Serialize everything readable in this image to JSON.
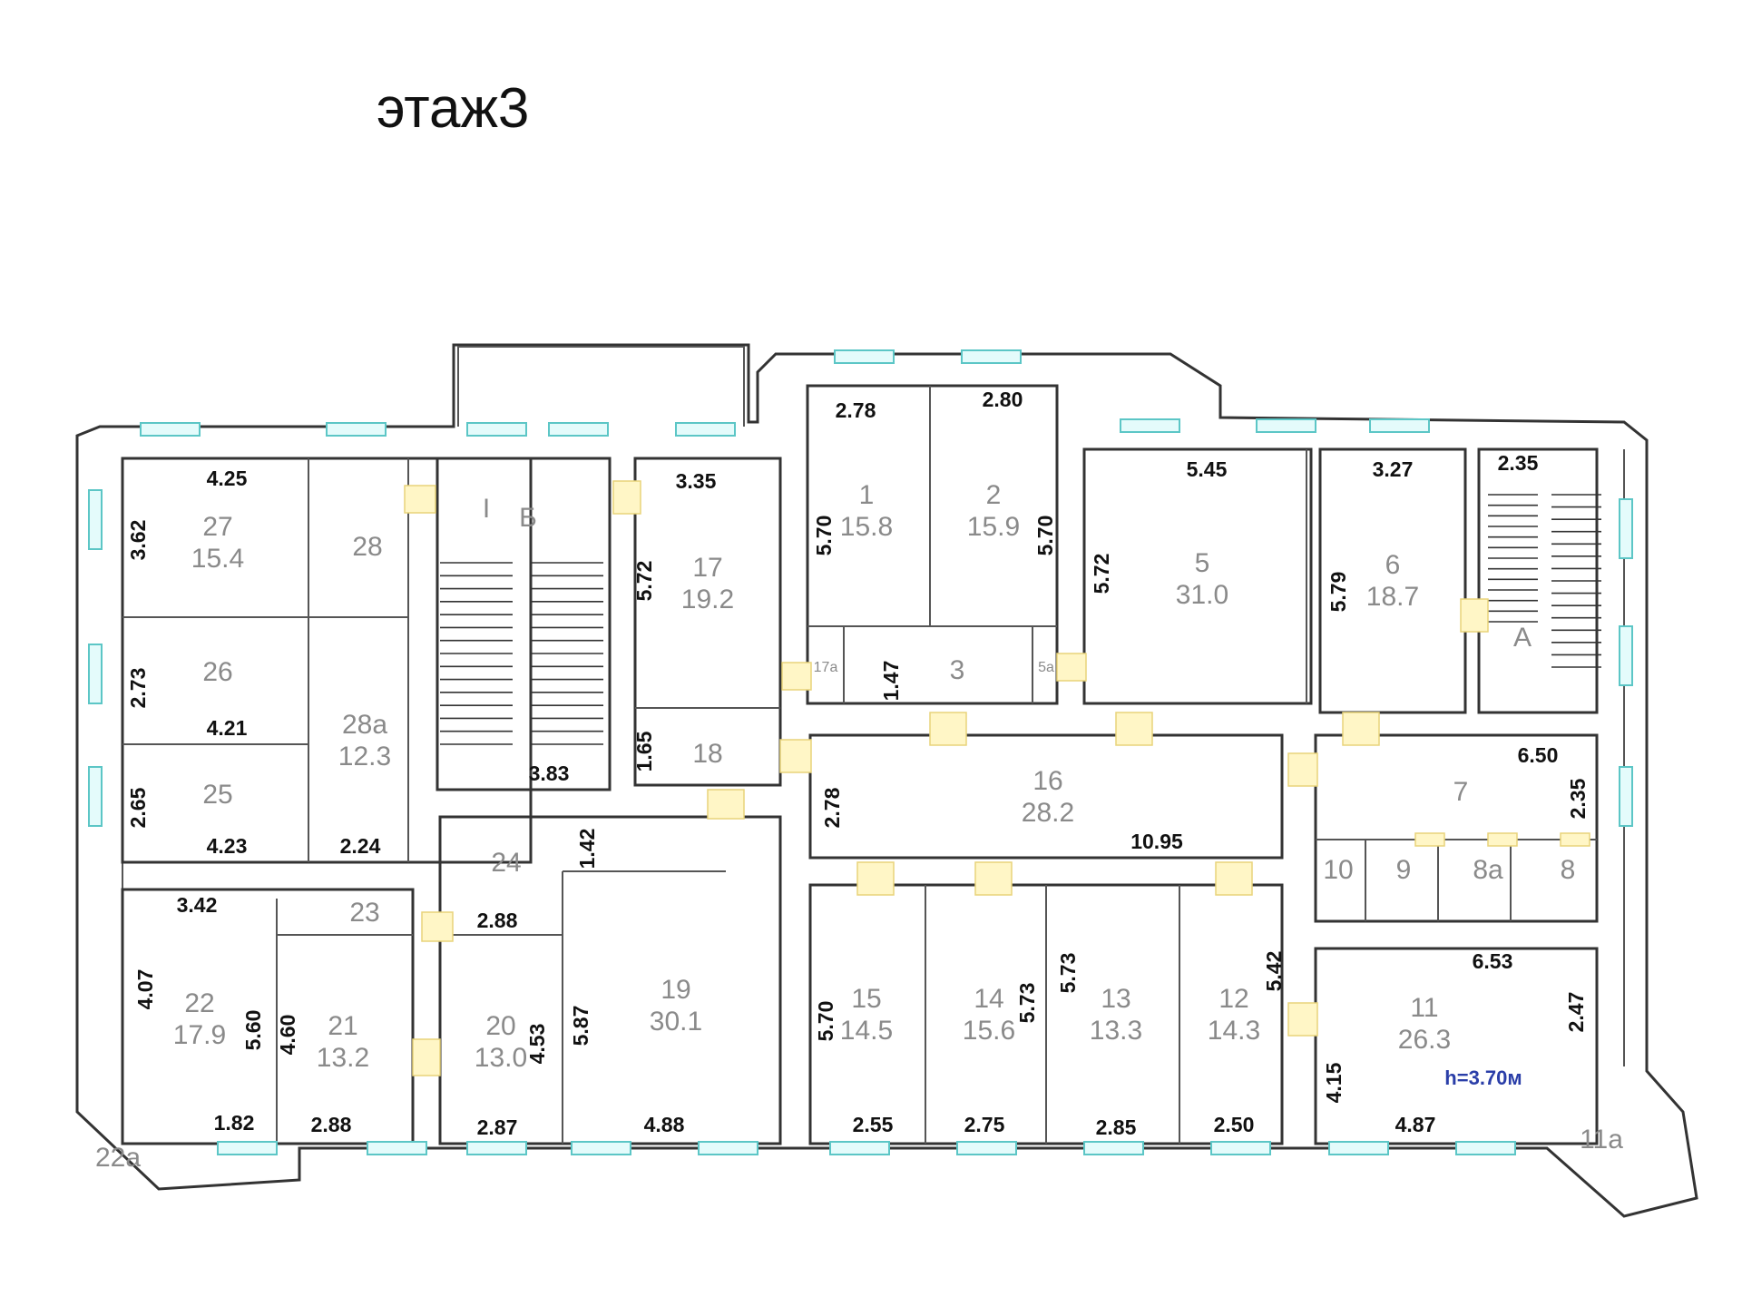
{
  "floor_title": "этаж3",
  "height_note": "h=3.70м",
  "rooms": [
    {
      "id": "r1",
      "num": "1",
      "area": "15.8"
    },
    {
      "id": "r2",
      "num": "2",
      "area": "15.9"
    },
    {
      "id": "r3",
      "num": "3",
      "area": ""
    },
    {
      "id": "r5",
      "num": "5",
      "area": "31.0"
    },
    {
      "id": "r6",
      "num": "6",
      "area": "18.7"
    },
    {
      "id": "r7",
      "num": "7",
      "area": ""
    },
    {
      "id": "r8",
      "num": "8",
      "area": ""
    },
    {
      "id": "r8a",
      "num": "8а",
      "area": ""
    },
    {
      "id": "r9",
      "num": "9",
      "area": ""
    },
    {
      "id": "r10",
      "num": "10",
      "area": ""
    },
    {
      "id": "r11",
      "num": "11",
      "area": "26.3"
    },
    {
      "id": "r11a",
      "num": "11а",
      "area": ""
    },
    {
      "id": "r12",
      "num": "12",
      "area": "14.3"
    },
    {
      "id": "r13",
      "num": "13",
      "area": "13.3"
    },
    {
      "id": "r14",
      "num": "14",
      "area": "15.6"
    },
    {
      "id": "r15",
      "num": "15",
      "area": "14.5"
    },
    {
      "id": "r16",
      "num": "16",
      "area": "28.2"
    },
    {
      "id": "r17",
      "num": "17",
      "area": "19.2"
    },
    {
      "id": "r18",
      "num": "18",
      "area": ""
    },
    {
      "id": "r19",
      "num": "19",
      "area": "30.1"
    },
    {
      "id": "r20",
      "num": "20",
      "area": "13.0"
    },
    {
      "id": "r21",
      "num": "21",
      "area": "13.2"
    },
    {
      "id": "r22",
      "num": "22",
      "area": "17.9"
    },
    {
      "id": "r22a",
      "num": "22а",
      "area": ""
    },
    {
      "id": "r23",
      "num": "23",
      "area": ""
    },
    {
      "id": "r24",
      "num": "24",
      "area": ""
    },
    {
      "id": "r25",
      "num": "25",
      "area": ""
    },
    {
      "id": "r26",
      "num": "26",
      "area": ""
    },
    {
      "id": "r27",
      "num": "27",
      "area": "15.4"
    },
    {
      "id": "r28",
      "num": "28",
      "area": ""
    },
    {
      "id": "r28a",
      "num": "28а",
      "area": "12.3"
    },
    {
      "id": "rA",
      "num": "А",
      "area": ""
    },
    {
      "id": "rB",
      "num": "Б",
      "area": ""
    },
    {
      "id": "rI",
      "num": "I",
      "area": ""
    }
  ],
  "small_labels": [
    "17а",
    "5а"
  ],
  "dimensions": [
    "4.25",
    "3.62",
    "2.73",
    "4.21",
    "2.65",
    "4.23",
    "2.24",
    "3.83",
    "3.35",
    "5.72",
    "1.65",
    "2.78",
    "5.70",
    "2.80",
    "5.70",
    "1.47",
    "5.45",
    "5.72",
    "3.27",
    "5.79",
    "2.35",
    "6.50",
    "2.35",
    "2.78",
    "10.95",
    "1.42",
    "3.42",
    "2.88",
    "4.07",
    "5.60",
    "4.60",
    "4.53",
    "5.87",
    "1.82",
    "2.88",
    "2.87",
    "4.88",
    "5.70",
    "5.73",
    "5.73",
    "5.42",
    "2.55",
    "2.75",
    "2.85",
    "2.50",
    "6.53",
    "2.47",
    "4.15",
    "4.87"
  ]
}
